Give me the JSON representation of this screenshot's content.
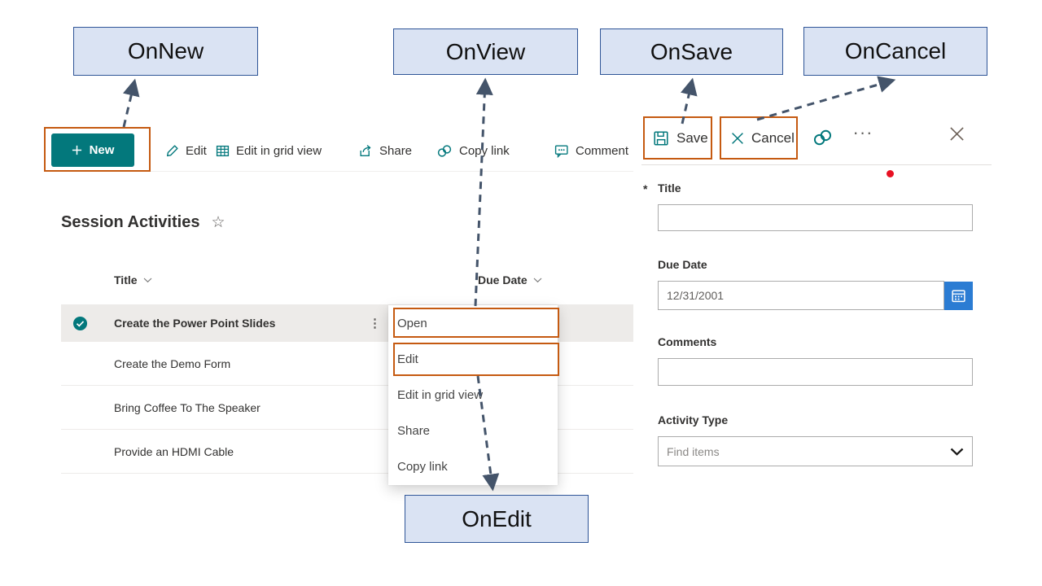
{
  "callouts": {
    "on_new": "OnNew",
    "on_view": "OnView",
    "on_save": "OnSave",
    "on_cancel": "OnCancel",
    "on_edit": "OnEdit"
  },
  "command_bar": {
    "new_label": "New",
    "edit_label": "Edit",
    "grid_view_label": "Edit in grid view",
    "share_label": "Share",
    "copy_link_label": "Copy link",
    "comment_label": "Comment"
  },
  "list": {
    "title": "Session Activities",
    "columns": {
      "title": "Title",
      "due_date": "Due Date"
    },
    "rows": [
      {
        "title": "Create the Power Point Slides",
        "selected": true
      },
      {
        "title": "Create the Demo Form",
        "selected": false
      },
      {
        "title": "Bring Coffee To The Speaker",
        "selected": false
      },
      {
        "title": "Provide an HDMI Cable",
        "selected": false
      }
    ]
  },
  "context_menu": {
    "items": [
      "Open",
      "Edit",
      "Edit in grid view",
      "Share",
      "Copy link"
    ]
  },
  "panel": {
    "save_label": "Save",
    "cancel_label": "Cancel",
    "fields": {
      "title": {
        "label": "Title",
        "required_marker": "*",
        "value": ""
      },
      "due_date": {
        "label": "Due Date",
        "value": "12/31/2001"
      },
      "comments": {
        "label": "Comments",
        "value": ""
      },
      "activity_type": {
        "label": "Activity Type",
        "placeholder": "Find items"
      }
    }
  },
  "icons": {
    "favorite_star": "☆",
    "more_vertical": "⋮",
    "more_horizontal": "···"
  },
  "colors": {
    "accent_teal": "#03787c",
    "highlight_orange": "#c55a11",
    "callout_fill": "#dae3f3",
    "callout_border": "#2f5597",
    "arrow": "#44546a",
    "selected_row_bg": "#edebe9",
    "calendar_blue": "#2b7cd3",
    "red_dot": "#e81123"
  }
}
